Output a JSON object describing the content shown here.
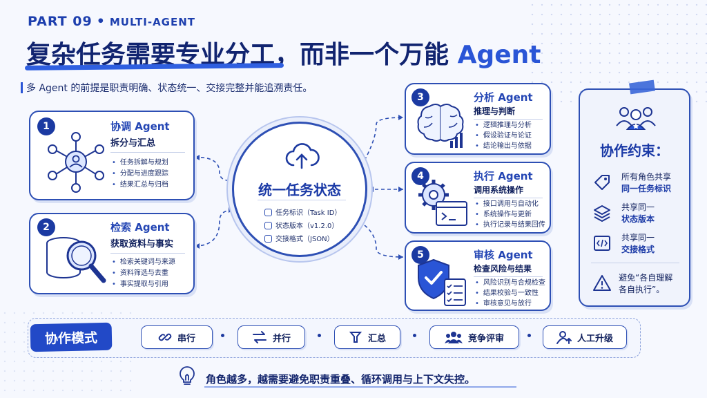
{
  "header": {
    "kicker_part": "PART 09",
    "kicker_dot": "•",
    "kicker_topic": "MULTI-AGENT",
    "title_main": "复杂任务需要专业分工，而非一个万能",
    "title_accent": "Agent",
    "subtitle": "多 Agent 的前提是职责明确、状态统一、交接完整并能追溯责任。"
  },
  "agents": [
    {
      "num": "1",
      "title": "协调 Agent",
      "subtitle": "拆分与汇总",
      "icon": "network-hub-icon",
      "bullets": [
        "任务拆解与规划",
        "分配与进度跟踪",
        "结果汇总与归档"
      ]
    },
    {
      "num": "2",
      "title": "检索 Agent",
      "subtitle": "获取资料与事实",
      "icon": "database-search-icon",
      "bullets": [
        "检索关键词与来源",
        "资料筛选与去重",
        "事实提取与引用"
      ]
    },
    {
      "num": "3",
      "title": "分析 Agent",
      "subtitle": "推理与判断",
      "icon": "brain-chart-icon",
      "bullets": [
        "逻辑推理与分析",
        "假设验证与论证",
        "结论输出与依据"
      ]
    },
    {
      "num": "4",
      "title": "执行 Agent",
      "subtitle": "调用系统操作",
      "icon": "gear-terminal-icon",
      "bullets": [
        "接口调用与自动化",
        "系统操作与更新",
        "执行记录与结果回传"
      ]
    },
    {
      "num": "5",
      "title": "审核 Agent",
      "subtitle": "检查风险与结果",
      "icon": "shield-checklist-icon",
      "bullets": [
        "风险识别与合规检查",
        "结果校验与一致性",
        "审核意见与放行"
      ]
    }
  ],
  "center": {
    "title": "统一任务状态",
    "items": [
      "任务标识（Task ID）",
      "状态版本（v1.2.0）",
      "交接格式（JSON）"
    ],
    "icon": "cloud-upload-icon"
  },
  "constraints": {
    "title": "协作约束：",
    "rows": [
      {
        "line1": "所有角色共享",
        "line2": "同一任务标识",
        "icon": "tag-icon"
      },
      {
        "line1": "共享同一",
        "line2": "状态版本",
        "icon": "layers-icon"
      },
      {
        "line1": "共享同一",
        "line2": "交接格式",
        "icon": "code-icon"
      },
      {
        "line1": "避免“各自理解",
        "line2": "各自执行”。",
        "icon": "warning-icon"
      }
    ]
  },
  "modes": {
    "label": "协作模式",
    "items": [
      {
        "label": "串行",
        "icon": "link-icon"
      },
      {
        "label": "并行",
        "icon": "swap-arrows-icon"
      },
      {
        "label": "汇总",
        "icon": "merge-icon"
      },
      {
        "label": "竞争评审",
        "icon": "group-icon"
      },
      {
        "label": "人工升级",
        "icon": "user-up-icon"
      }
    ]
  },
  "footer": {
    "text": "角色越多，越需要避免职责重叠、循环调用与上下文失控。",
    "icon": "lightbulb-icon"
  },
  "colors": {
    "primary": "#2d4fb4",
    "accent": "#2a55d6",
    "ink": "#12246c",
    "background": "#f6f8fe"
  }
}
